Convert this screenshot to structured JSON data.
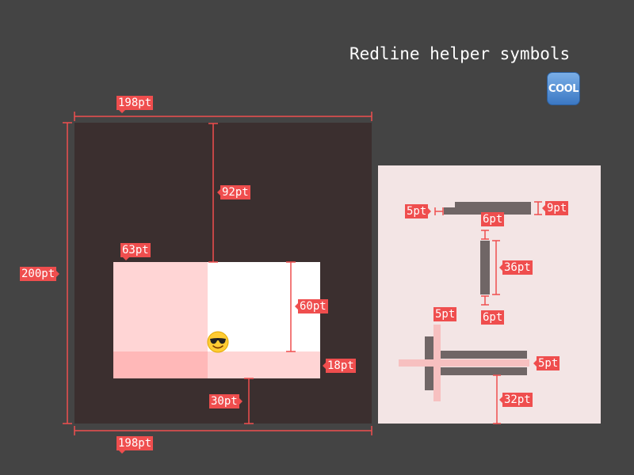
{
  "header": {
    "title": "Redline helper symbols",
    "badge_text": "COOL",
    "badge_icon": "cool-button-emoji"
  },
  "colors": {
    "background": "#444444",
    "left_panel": "#3b2f2f",
    "right_panel": "#f3e5e5",
    "redline": "#ef4e4e",
    "pink_light": "#ffd5d5",
    "pink_dark": "#ffb8b8",
    "bar_gray": "#706666"
  },
  "left_panel": {
    "width_top": "198pt",
    "width_bottom": "198pt",
    "height": "200pt",
    "top_gap": "92pt",
    "inner_width": "63pt",
    "inner_height": "60pt",
    "strip_height": "18pt",
    "bottom_gap": "30pt",
    "emoji": "smiling-face-with-sunglasses"
  },
  "right_panel": {
    "bar_left_gap": "5pt",
    "bar_height": "9pt",
    "bar_gap_top": "6pt",
    "vbar_height": "36pt",
    "bar_gap_bottom": "6pt",
    "cross_width": "5pt",
    "cross_height": "5pt",
    "bottom_gap": "32pt"
  }
}
